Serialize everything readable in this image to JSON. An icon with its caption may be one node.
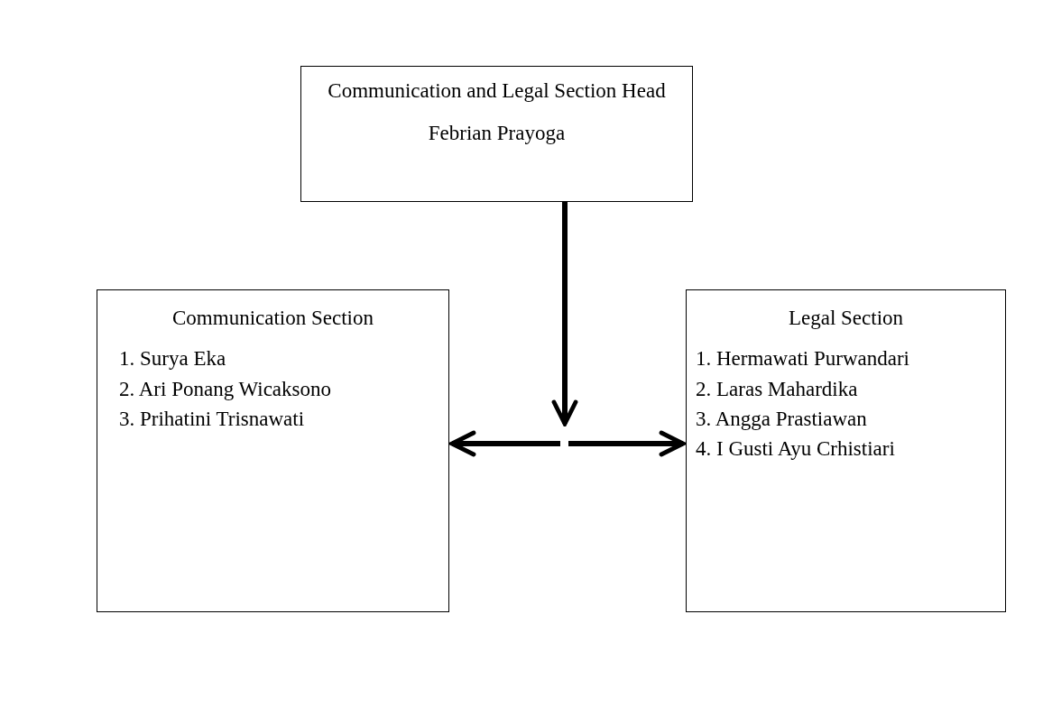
{
  "diagram": {
    "nodes": [
      {
        "text": [
          "Communication and Legal Section Head",
          "Febrian Prayoga"
        ]
      },
      {
        "text": [
          "Communication Section",
          "1. Surya Eka",
          "2. Ari Ponang Wicaksono",
          "3. Prihatini Trisnawati"
        ]
      },
      {
        "text": [
          "Legal Section",
          "1. Hermawati Purwandari",
          "2. Laras Mahardika",
          "3. Angga Prastiawan",
          "4. I Gusti Ayu Crhistiari"
        ]
      }
    ],
    "edges": [
      {
        "from": 0,
        "to": null,
        "arrow": "to"
      },
      {
        "from": null,
        "to": 1,
        "arrow": "to"
      },
      {
        "from": null,
        "to": 2,
        "arrow": "to"
      }
    ]
  }
}
